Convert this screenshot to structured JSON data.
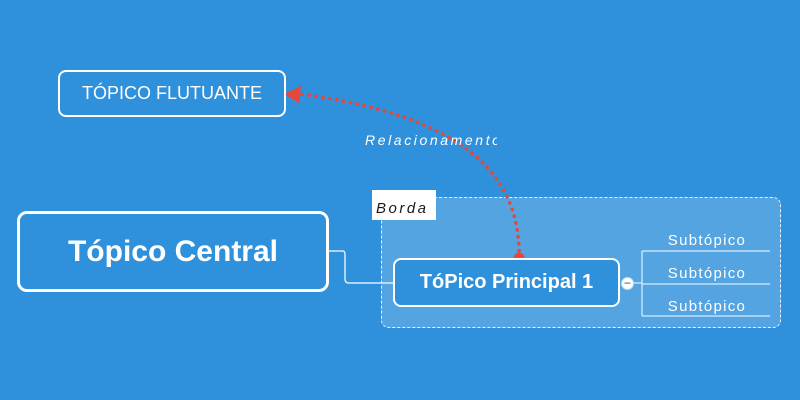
{
  "central_topic": {
    "label": "Tópico Central"
  },
  "floating_topic": {
    "label": "TÓPICO FLUTUANTE"
  },
  "main_topic": {
    "label": "TóPico Principal 1"
  },
  "subtopics": [
    {
      "label": "Subtópico"
    },
    {
      "label": "Subtópico"
    },
    {
      "label": "Subtópico"
    }
  ],
  "boundary": {
    "label": "Borda"
  },
  "relationship": {
    "label": "Relacionamento"
  },
  "colors": {
    "background": "#2f91dc",
    "node_border": "#ffffff",
    "relationship_line": "#e5483b",
    "connector": "#d8ecfb"
  },
  "icons": {
    "collapse_toggle": "minus-circle-icon",
    "relationship_arrow": "arrowhead-icon"
  }
}
